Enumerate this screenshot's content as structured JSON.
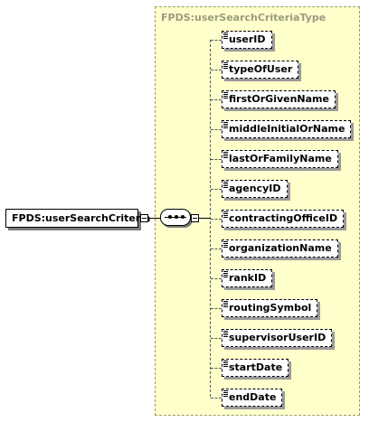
{
  "type_title": "FPDS:userSearchCriteriaType",
  "root_element": "FPDS:userSearchCriteria",
  "elements": [
    "userID",
    "typeOfUser",
    "firstOrGivenName",
    "middleInitialOrName",
    "lastOrFamilyName",
    "agencyID",
    "contractingOfficeID",
    "organizationName",
    "rankID",
    "routingSymbol",
    "supervisorUserID",
    "startDate",
    "endDate"
  ]
}
